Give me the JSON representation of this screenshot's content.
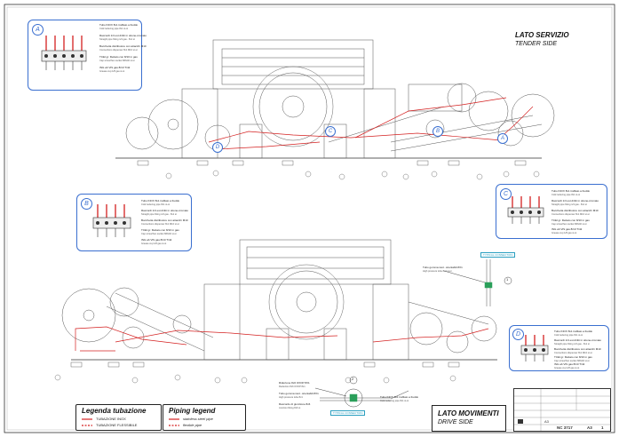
{
  "views": {
    "top": {
      "title": "LATO SERVIZIO",
      "subtitle": "TENDER SIDE"
    },
    "bottom": {
      "title": "LATO MOVIMENTI",
      "subtitle": "DRIVE SIDE"
    }
  },
  "details": {
    "A": {
      "letter": "A",
      "lines": [
        {
          "main": "Tubo INOX 8x1 trafilato a freddo",
          "sub": "Cold reducing pipe 8x1 st-st"
        },
        {
          "main": "Raccordi 1/4 est diritti in ottone-cromato",
          "sub": "Straight pipe fitting 1/4 gas - 8x1 st"
        },
        {
          "main": "Bocchetta distributore con attacchi M10",
          "sub": "Connections dispenser 8x1 M10 st-st"
        },
        {
          "main": "TCEI gr. filettato con 8/10 in gas",
          "sub": "Cap screw/hex socket M8x40 st-st"
        },
        {
          "main": "ING ab VIS gas 8/10 T/42",
          "sub": "Grease cup 1/8 gas st-st"
        }
      ]
    },
    "B": {
      "letter": "B",
      "lines": [
        {
          "main": "Tubo INOX 8x1 trafilato a freddo",
          "sub": "Cold reducing pipe 8x1 st-st"
        },
        {
          "main": "Raccordi 1/4 est diritti in ottone-cromato",
          "sub": "Straight pipe fitting 1/4 gas - 8x1 st"
        },
        {
          "main": "Bocchetta distributore con attacchi M10",
          "sub": "Connections dispenser 8x1 M10 st-st"
        },
        {
          "main": "TCEI gr. filettato con 8/10 in gas",
          "sub": "Cap screw/hex socket M8x40 st-st"
        },
        {
          "main": "ING ab VIS gas 8/10 T/42",
          "sub": "Grease cup 1/8 gas st-st"
        }
      ]
    },
    "C": {
      "letter": "C",
      "lines": [
        {
          "main": "Tubo INOX 8x1 trafilato a freddo",
          "sub": "Cold reducing pipe 8x1 st-st"
        },
        {
          "main": "Raccordi 1/4 est diritti in ottone-cromato",
          "sub": "Straight pipe fitting 1/4 gas - 8x1 st"
        },
        {
          "main": "Bocchetta distributore con attacchi M10",
          "sub": "Connections dispenser 8x1 M10 st-st"
        },
        {
          "main": "TCEI gr. filettato con 8/10 in gas",
          "sub": "Cap screw/hex socket M8x40 st-st"
        },
        {
          "main": "ING ab VIS gas 8/10 T/42",
          "sub": "Grease cup 1/8 gas st-st"
        }
      ]
    },
    "D": {
      "letter": "D",
      "lines": [
        {
          "main": "Tubo INOX 8x1 trafilato a freddo",
          "sub": "Cold reducing pipe 8x1 st-st"
        },
        {
          "main": "Raccordi 1/4 est diritti in ottone-cromato",
          "sub": "Straight pipe fitting 1/4 gas - 8x1 st"
        },
        {
          "main": "Bocchetta distributore con attacchi M10",
          "sub": "Connections dispenser 8x1 M10 st-st"
        },
        {
          "main": "TCEI gr. filettato con 8/10 in gas",
          "sub": "Cap screw/hex socket M8x40 st-st"
        },
        {
          "main": "ING ab VIS gas 8/10 T/42",
          "sub": "Grease cup 1/8 gas st-st"
        }
      ]
    }
  },
  "typical_connection": {
    "label": "TYPICAL CONNECTION",
    "callout_1": "1",
    "callout_2": "2",
    "note_top": "Tubo gomma racc. orientabili 8X1",
    "note_top_sub": "High pressure tube 8x1 st-st",
    "note_bl1": "Riduzione 8x6 OXOP 8X1",
    "note_bl1_sub": "Reduction 8x6 OXOP 8x1",
    "note_bl2": "Tubo gomma racc. orientabili 8X1",
    "note_bl2_sub": "High pressure tube 8x1",
    "note_bl3": "Raccordo di giunzione 8x6",
    "note_bl3_sub": "Junction fitting 8x6 st",
    "note_br": "Tubo INOX 8x1 trafilato a freddo",
    "note_br_sub": "Cold reducing pipe 8x1 st-st"
  },
  "legend_it": {
    "title": "Legenda tubazione",
    "items": [
      {
        "label": "TUBAZIONE INOX",
        "color": "#d42020"
      },
      {
        "label": "TUBAZIONE FLESSIBILE",
        "color": "#d42020"
      }
    ]
  },
  "legend_en": {
    "title": "Piping legend",
    "items": [
      {
        "label": "stainless steel pipe",
        "color": "#d42020"
      },
      {
        "label": "flexible pipe",
        "color": "#d42020"
      }
    ]
  },
  "title_block": {
    "sheet_code": "A3",
    "drawing_no": "NC 3717",
    "size": "A3",
    "sheet": "1"
  },
  "colors": {
    "machine_line": "#555555",
    "pipe": "#d42020",
    "detail_blue": "#3a6fd0",
    "typical": "#2a9fc0"
  }
}
